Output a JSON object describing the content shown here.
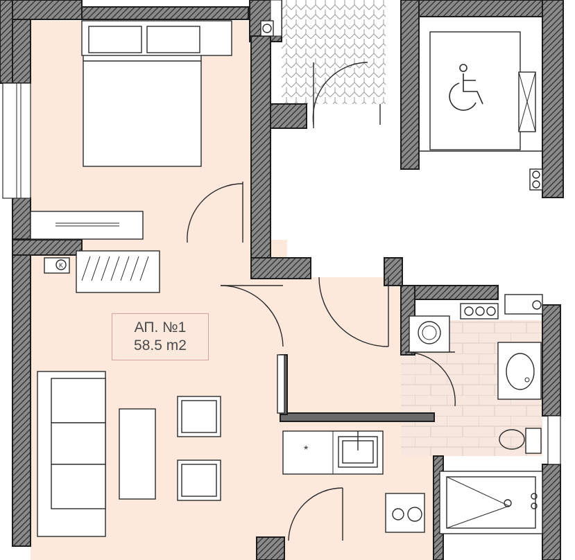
{
  "apartment": {
    "label": "АП. №1",
    "area": "58.5 m2"
  },
  "kitchen": {
    "marker": "*"
  },
  "meters": {
    "symbol": "K"
  },
  "colors": {
    "floor": "#fce9dc",
    "bath_tile": "#f6e6dc",
    "wall_fill": "#6a6a6a",
    "label_border": "#d8a0a0"
  },
  "icons": [
    "wheelchair-icon",
    "bed-icon",
    "sofa-icon",
    "armchair-icon",
    "washing-machine-icon",
    "sink-icon",
    "toilet-icon",
    "bathtub-icon",
    "stove-icon"
  ]
}
